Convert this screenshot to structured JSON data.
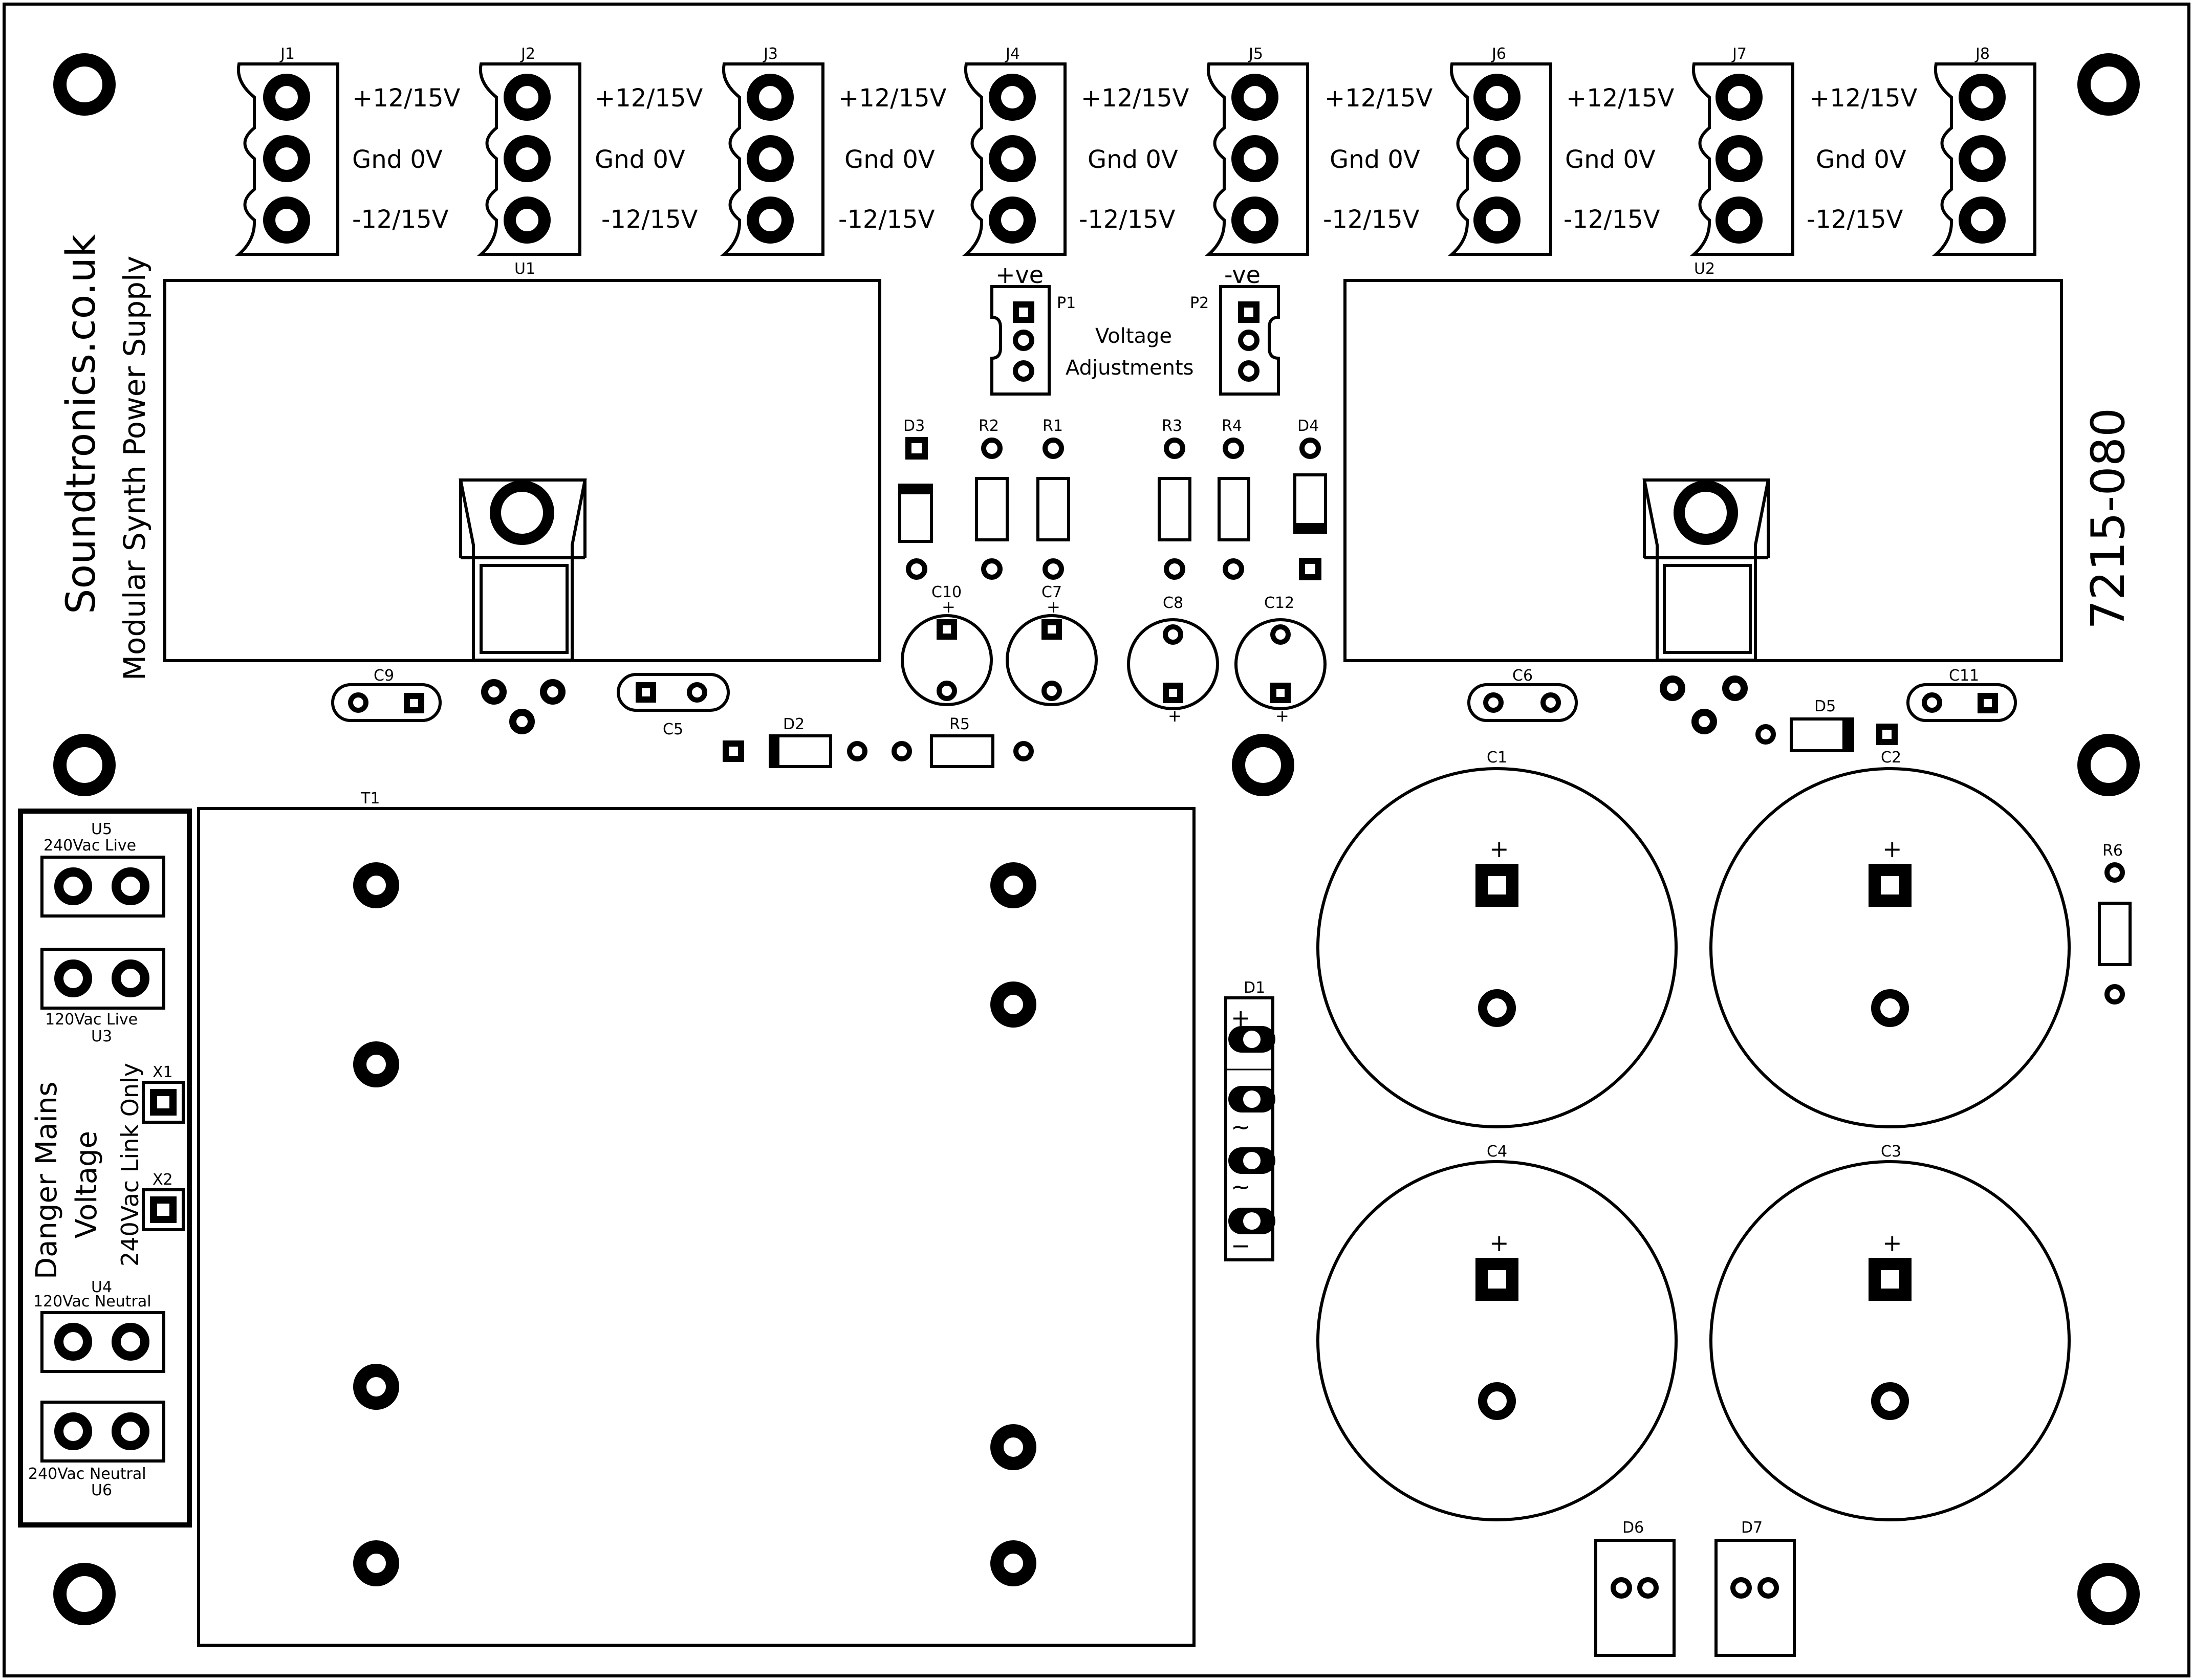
{
  "board": {
    "title": "Soundtronics.co.uk",
    "subtitle": "Modular Synth Power Supply",
    "part_number": "7215-080"
  },
  "connectors": [
    {
      "ref": "J1",
      "pins": [
        "+12/15V",
        "Gnd 0V",
        "-12/15V"
      ]
    },
    {
      "ref": "J2",
      "pins": [
        "+12/15V",
        "Gnd 0V",
        "-12/15V"
      ]
    },
    {
      "ref": "J3",
      "pins": [
        "+12/15V",
        "Gnd 0V",
        "-12/15V"
      ]
    },
    {
      "ref": "J4",
      "pins": [
        "+12/15V",
        "Gnd 0V",
        "-12/15V"
      ]
    },
    {
      "ref": "J5",
      "pins": [
        "+12/15V",
        "Gnd 0V",
        "-12/15V"
      ]
    },
    {
      "ref": "J6",
      "pins": [
        "+12/15V",
        "Gnd 0V",
        "-12/15V"
      ]
    },
    {
      "ref": "J7",
      "pins": [
        "+12/15V",
        "Gnd 0V",
        "-12/15V"
      ]
    },
    {
      "ref": "J8"
    }
  ],
  "regulators": {
    "u1": "U1",
    "u2": "U2"
  },
  "pots": {
    "p1": "P1",
    "p1_polarity": "+ve",
    "p2": "P2",
    "p2_polarity": "-ve",
    "caption_line1": "Voltage",
    "caption_line2": "Adjustments"
  },
  "refs": {
    "d1": "D1",
    "d2": "D2",
    "d3": "D3",
    "d4": "D4",
    "d5": "D5",
    "d6": "D6",
    "d7": "D7",
    "r1": "R1",
    "r2": "R2",
    "r3": "R3",
    "r4": "R4",
    "r5": "R5",
    "r6": "R6",
    "c1": "C1",
    "c2": "C2",
    "c3": "C3",
    "c4": "C4",
    "c5": "C5",
    "c6": "C6",
    "c7": "C7",
    "c8": "C8",
    "c9": "C9",
    "c10": "C10",
    "c11": "C11",
    "c12": "C12",
    "t1": "T1",
    "x1": "X1",
    "x2": "X2",
    "u3": "U3",
    "u4": "U4",
    "u5": "U5",
    "u6": "U6"
  },
  "polarity": {
    "plus": "+",
    "minus": "−",
    "ac": "~"
  },
  "mains": {
    "u5_label": "240Vac Live",
    "u3_label": "120Vac Live",
    "u4_label": "120Vac Neutral",
    "u6_label": "240Vac Neutral",
    "danger_line1": "Danger Mains",
    "danger_line2": "Voltage",
    "link_line1": "240Vac Link Only"
  }
}
